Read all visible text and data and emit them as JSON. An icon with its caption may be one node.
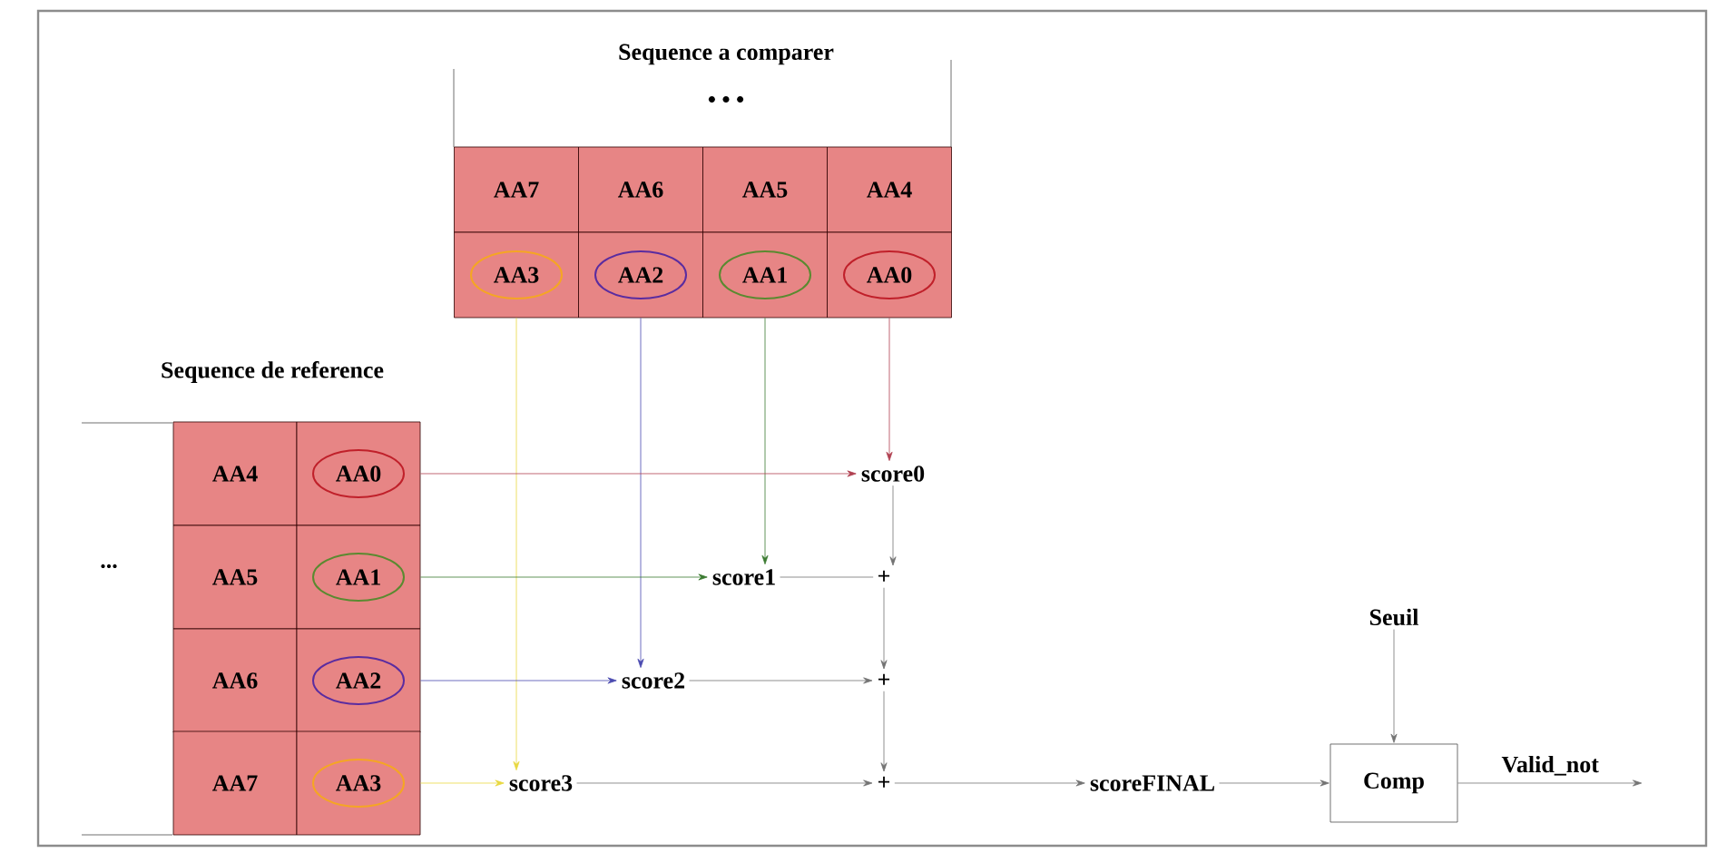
{
  "diagram": {
    "nodes": [
      {
        "text": [
          "AA7"
        ]
      },
      {
        "text": [
          "AA6"
        ]
      },
      {
        "text": [
          "AA5"
        ]
      },
      {
        "text": [
          "AA4"
        ]
      },
      {
        "text": [
          "AA3"
        ]
      },
      {
        "text": [
          "AA2"
        ]
      },
      {
        "text": [
          "AA1"
        ]
      },
      {
        "text": [
          "AA0"
        ]
      },
      {
        "text": [
          "AA4"
        ]
      },
      {
        "text": [
          "AA0"
        ]
      },
      {
        "text": [
          "AA5"
        ]
      },
      {
        "text": [
          "AA1"
        ]
      },
      {
        "text": [
          "AA6"
        ]
      },
      {
        "text": [
          "AA2"
        ]
      },
      {
        "text": [
          "AA7"
        ]
      },
      {
        "text": [
          "AA3"
        ]
      },
      {
        "text": [
          "score0"
        ]
      },
      {
        "text": [
          "score1"
        ]
      },
      {
        "text": [
          "+"
        ]
      },
      {
        "text": [
          "score2"
        ]
      },
      {
        "text": [
          "+"
        ]
      },
      {
        "text": [
          "score3"
        ]
      },
      {
        "text": [
          "+"
        ]
      },
      {
        "text": [
          "scoreFINAL"
        ]
      },
      {
        "text": [
          "Seuil"
        ]
      },
      {
        "text": [
          "Comp"
        ]
      }
    ],
    "edges": [
      {
        "from": 7,
        "to": 16,
        "arrow": "to",
        "color": "#b04050"
      },
      {
        "from": 6,
        "to": 17,
        "arrow": "to",
        "color": "#3a7a30"
      },
      {
        "from": 5,
        "to": 19,
        "arrow": "to",
        "color": "#4a4ab0"
      },
      {
        "from": 4,
        "to": 21,
        "arrow": "to",
        "color": "#e8d840"
      },
      {
        "from": 9,
        "to": 16,
        "arrow": "to",
        "color": "#b04050"
      },
      {
        "from": 11,
        "to": 17,
        "arrow": "to",
        "color": "#3a7a30"
      },
      {
        "from": 13,
        "to": 19,
        "arrow": "to",
        "color": "#4a4ab0"
      },
      {
        "from": 15,
        "to": 21,
        "arrow": "to",
        "color": "#e8d840"
      },
      {
        "from": 16,
        "to": 18,
        "arrow": "to"
      },
      {
        "from": 17,
        "to": 18,
        "arrow": "none"
      },
      {
        "from": 18,
        "to": 20,
        "arrow": "to"
      },
      {
        "from": 19,
        "to": 20,
        "arrow": "to"
      },
      {
        "from": 20,
        "to": 22,
        "arrow": "to"
      },
      {
        "from": 21,
        "to": 22,
        "arrow": "to"
      },
      {
        "from": 22,
        "to": 23,
        "arrow": "to"
      },
      {
        "from": 23,
        "to": 25,
        "arrow": "to"
      },
      {
        "from": 24,
        "to": 25,
        "arrow": "to"
      },
      {
        "from": 25,
        "to": null,
        "arrow": "to",
        "label": "Valid_not"
      }
    ],
    "labels": [
      "Sequence a comparer",
      "• • •",
      "Sequence de reference",
      "..."
    ]
  }
}
